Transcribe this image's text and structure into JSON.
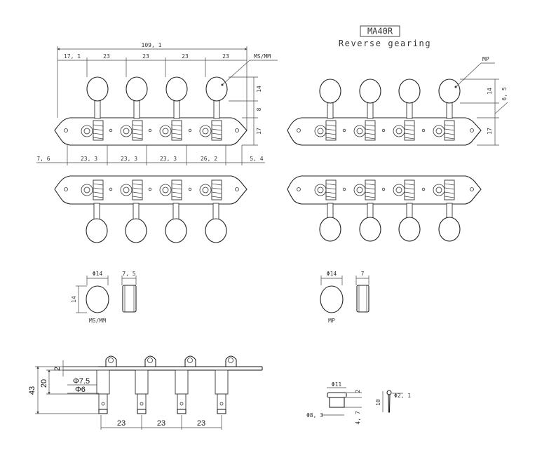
{
  "model_box": "MA40R",
  "subtitle": "Reverse gearing",
  "left_top": {
    "overall": "109, 1",
    "top_dims": [
      "17, 1",
      "23",
      "23",
      "23",
      "23"
    ],
    "bottom_dims": [
      "7, 6",
      "23, 3",
      "23, 3",
      "23, 3",
      "26, 2",
      "5, 4"
    ],
    "right_dims": [
      "14",
      "8",
      "17"
    ],
    "callout": "MS/MM"
  },
  "right_top": {
    "callout": "MP",
    "right_dims": [
      "14",
      "6, 5",
      "17"
    ]
  },
  "knob_detail_left": {
    "dia": "Φ14",
    "width": "7, 5",
    "height": "14",
    "label": "MS/MM"
  },
  "knob_detail_right": {
    "dia": "Φ14",
    "width": "7",
    "label": "MP"
  },
  "side_view": {
    "dims_left": [
      "43",
      "20",
      "2"
    ],
    "post_dims": [
      "Φ7.5",
      "Φ6"
    ],
    "spacing": [
      "23",
      "23",
      "23"
    ]
  },
  "bushing": {
    "top": "Φ11",
    "h1": "2",
    "h2": "4, 7",
    "bottom": "Φ8, 3"
  },
  "screw": {
    "len": "10",
    "dia": "Φ2, 1"
  }
}
